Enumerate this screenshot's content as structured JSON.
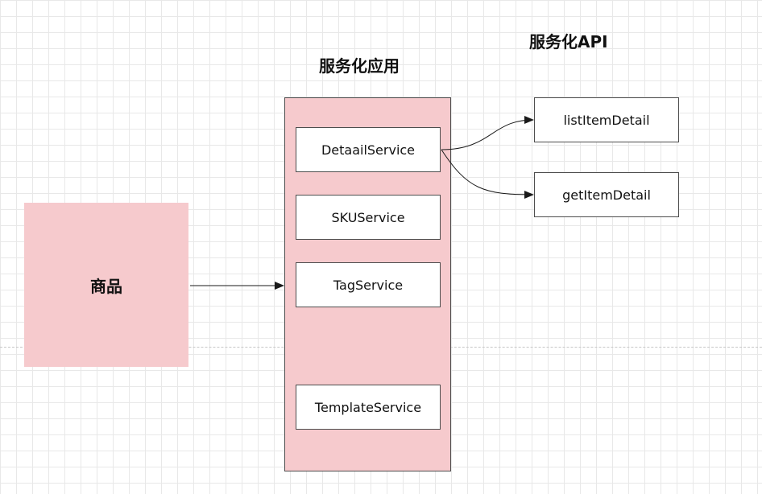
{
  "titles": {
    "app": "服务化应用",
    "api": "服务化API"
  },
  "product": {
    "label": "商品"
  },
  "services": {
    "detail": "DetaailService",
    "sku": "SKUService",
    "tag": "TagService",
    "template": "TemplateService"
  },
  "apis": {
    "list": "listItemDetail",
    "get": "getItemDetail"
  },
  "colors": {
    "fill_pink": "#f6cacd",
    "stroke": "#4d4d4d"
  }
}
